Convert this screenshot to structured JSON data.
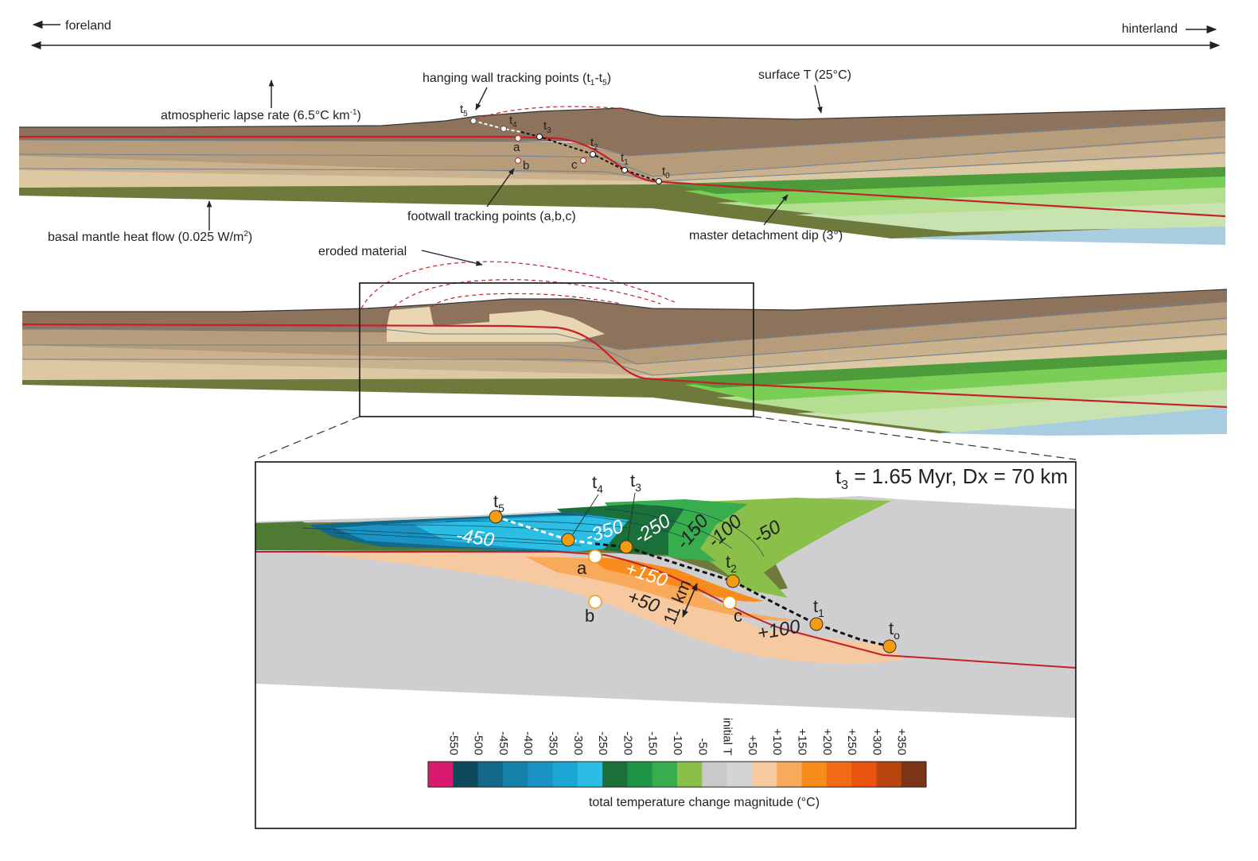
{
  "direction": {
    "left": "foreland",
    "right": "hinterland"
  },
  "top_panel": {
    "hanging_wall_points": {
      "text": "hanging wall tracking points (t",
      "sub1": "1",
      "mid": "-t",
      "sub2": "5",
      "end": ")"
    },
    "surface_t": "surface T (25°C)",
    "lapse": {
      "text": "atmospheric lapse rate (6.5°C km",
      "sup": "-1",
      "end": ")"
    },
    "heat_flow": {
      "text": "basal mantle heat flow (0.025 W/m",
      "sup": "2",
      "end": ")"
    },
    "footwall_points": "footwall tracking points (a,b,c)",
    "detachment": "master detachment dip (3°)",
    "point_labels": {
      "t": "t",
      "s5": "5",
      "s4": "4",
      "s3": "3",
      "s2": "2",
      "s1": "1",
      "s0": "0",
      "a": "a",
      "b": "b",
      "c": "c"
    }
  },
  "middle_panel": {
    "eroded": "eroded material"
  },
  "inset": {
    "title": {
      "t": "t",
      "sub": "3",
      "rest": " = 1.65 Myr, Dx = 70 km"
    },
    "contours": [
      "-450",
      "-350",
      "-250",
      "-150",
      "-100",
      "-50",
      "+150",
      "+50",
      "+100"
    ],
    "thickness": "11 km",
    "point_labels": {
      "t": "t",
      "s5": "5",
      "s4": "4",
      "s3": "3",
      "s2": "2",
      "s1": "1",
      "s0": "o",
      "a": "a",
      "b": "b",
      "c": "c"
    }
  },
  "colorbar": {
    "ticks": [
      "-550",
      "-500",
      "-450",
      "-400",
      "-350",
      "-300",
      "-250",
      "-200",
      "-150",
      "-100",
      "-50",
      "initial T",
      "+50",
      "+100",
      "+150",
      "+200",
      "+250",
      "+300",
      "+350"
    ],
    "colors": [
      "#d81b6e",
      "#0f4a5c",
      "#126a88",
      "#1580a8",
      "#1a92c3",
      "#1ba6d6",
      "#2bbde3",
      "#1b6f38",
      "#1e9446",
      "#37ad4d",
      "#8ac04a",
      "#c8c9cb",
      "#d3d4d6",
      "#f6c9a0",
      "#f9a95a",
      "#f78c1c",
      "#f26b16",
      "#e9520f",
      "#b9460f",
      "#7a3416"
    ],
    "label": "total temperature change magnitude (°C)"
  },
  "colors": {
    "fault": "#c4202a",
    "brown_top": "#8e735c",
    "tan_1": "#b69c7a",
    "tan_2": "#c9b28d",
    "tan_3": "#dcc8a2",
    "olive": "#6d7a3c",
    "green_dark": "#4e9b3b",
    "green_mid": "#79cf55",
    "green_light": "#b5df90",
    "green_pale": "#c9e3b0",
    "blue_basin": "#a8cde0",
    "inset_gray": "#cfcfd1",
    "marker_orange": "#f39c12"
  }
}
